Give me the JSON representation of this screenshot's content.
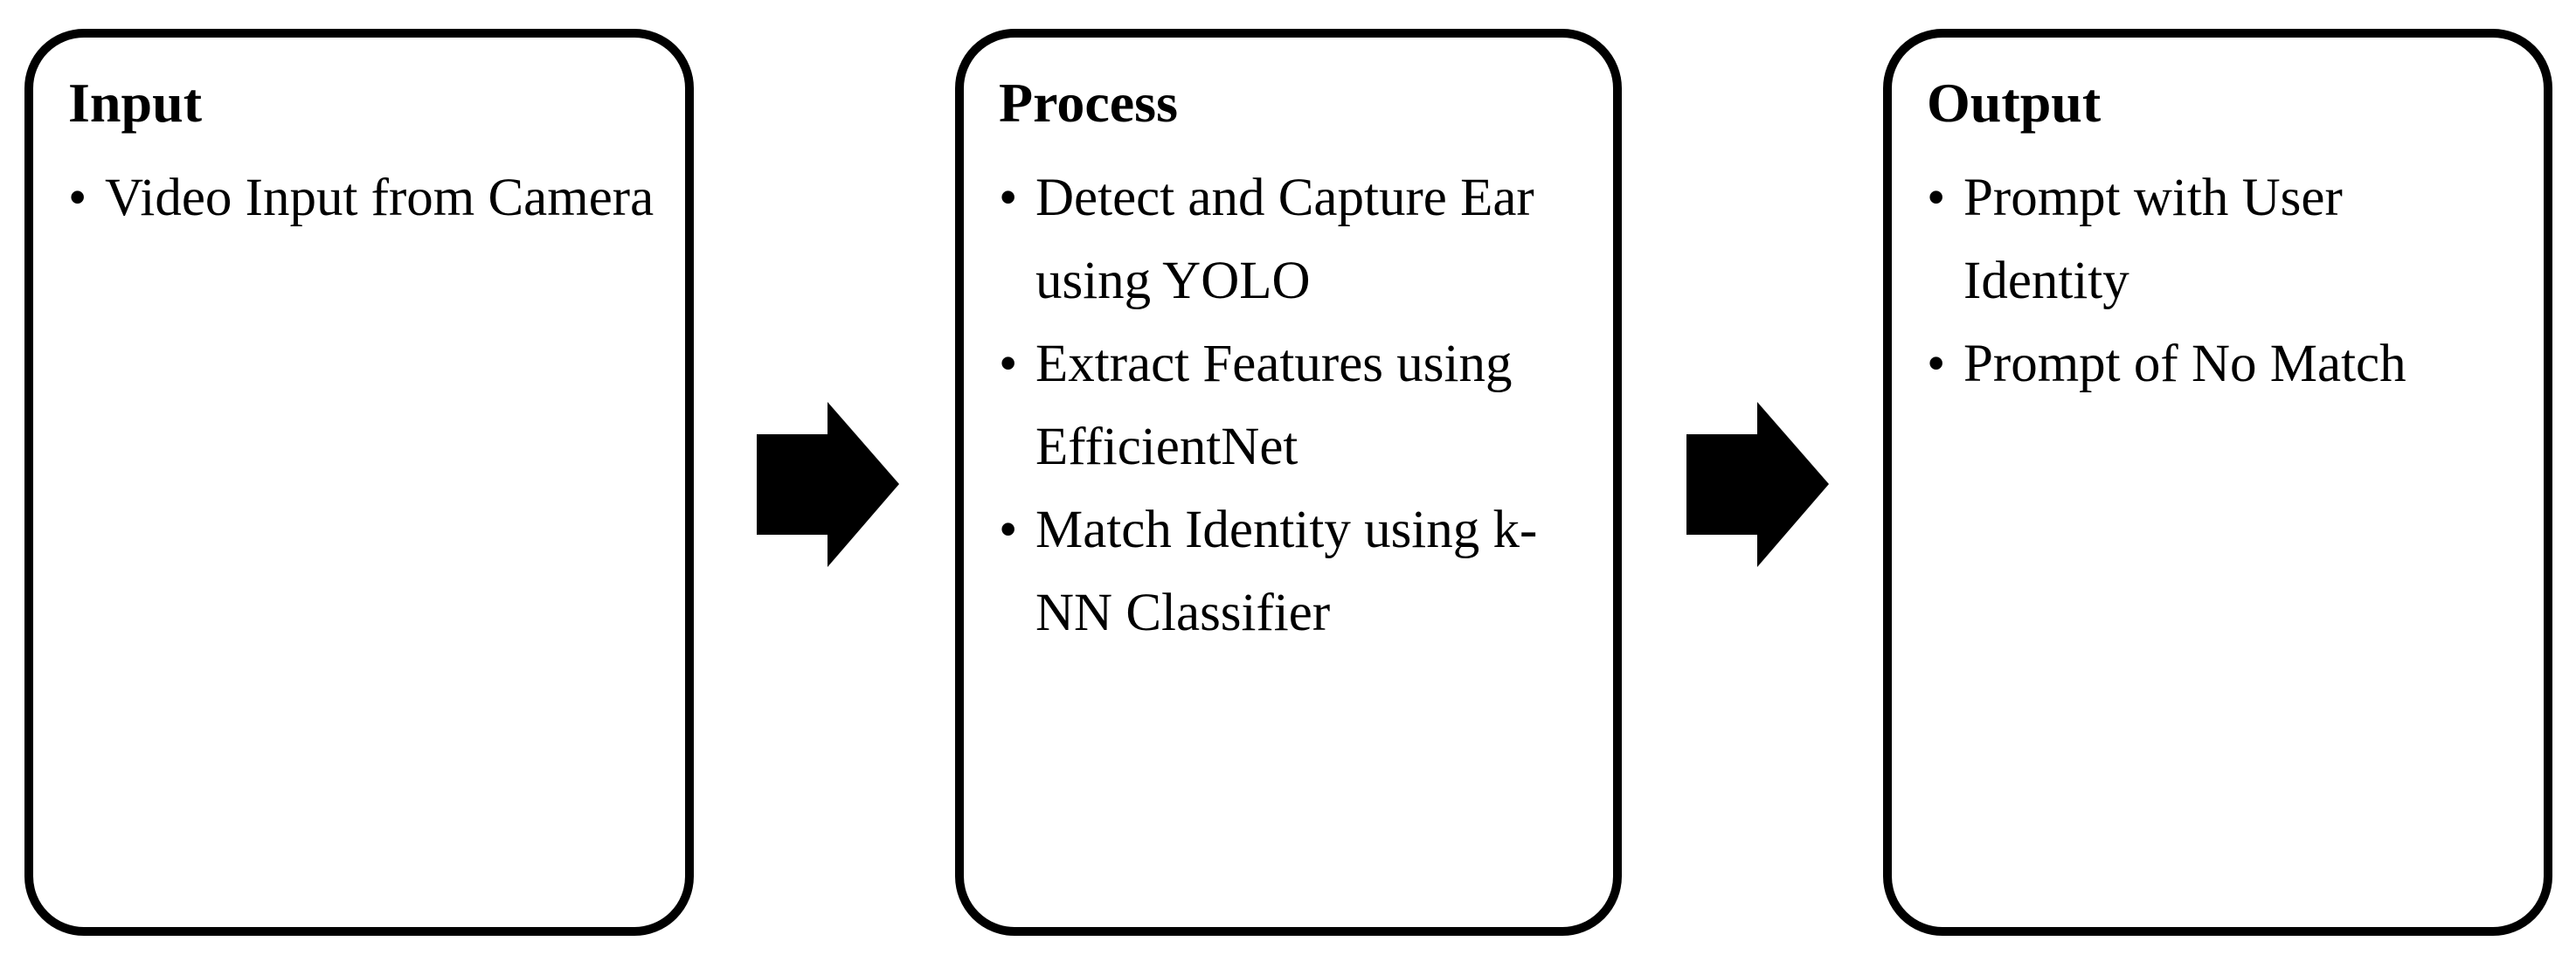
{
  "diagram": {
    "type": "flow-diagram",
    "title": "Input Process Output flow for ear-based user identification",
    "orientation": "horizontal-left-to-right",
    "accent_color": "#000000",
    "background_color": "#ffffff",
    "stages": [
      {
        "id": "input",
        "heading": "Input",
        "bullet_glyph": "•",
        "bullets": [
          "Video Input from Camera"
        ]
      },
      {
        "id": "process",
        "heading": "Process",
        "bullet_glyph": "•",
        "bullets": [
          "Detect and Capture Ear using YOLO",
          "Extract Features using EfficientNet",
          "Match Identity using k-NN Classifier"
        ]
      },
      {
        "id": "output",
        "heading": "Output",
        "bullet_glyph": "•",
        "bullets": [
          "Prompt with User Identity",
          "Prompt of No Match"
        ]
      }
    ],
    "connectors": [
      {
        "id": "arrow-input-to-process",
        "icon": "right-block-arrow-icon",
        "from": "input",
        "to": "process"
      },
      {
        "id": "arrow-process-to-output",
        "icon": "right-block-arrow-icon",
        "from": "process",
        "to": "output"
      }
    ]
  }
}
